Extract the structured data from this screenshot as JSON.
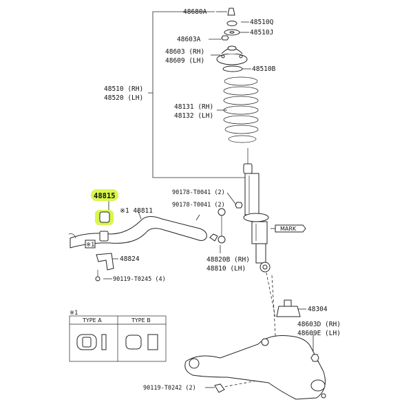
{
  "labels": {
    "p48680A": "48680A",
    "p48510Q": "48510Q",
    "p48510J": "48510J",
    "p48603A": "48603A",
    "p48603RH": "48603 (RH)",
    "p48609LH": "48609 (LH)",
    "p48510B": "48510B",
    "p48510RH": "48510 (RH)",
    "p48520LH": "48520 (LH)",
    "p48131RH": "48131 (RH)",
    "p48132LH": "48132 (LH)",
    "p90178a": "90178-T0041 (2)",
    "p90178b": "90178-T0041 (2)",
    "p48815": "48815",
    "p48811": "※1 48811",
    "p_mark1": "※1",
    "p48824": "48824",
    "p90119_0245": "90119-T0245 (4)",
    "p48820B": "48820B (RH)",
    "p48810": "48810 (LH)",
    "p_mark": "MARK",
    "p48304": "48304",
    "p48603D": "48603D (RH)",
    "p48609E": "48609E (LH)",
    "p90119_0242": "90119-T0242 (2)"
  },
  "inset": {
    "note": "※1",
    "type_a": "TYPE A",
    "type_b": "TYPE B"
  },
  "colors": {
    "highlight": "#d4f53a",
    "ink": "#222222"
  }
}
